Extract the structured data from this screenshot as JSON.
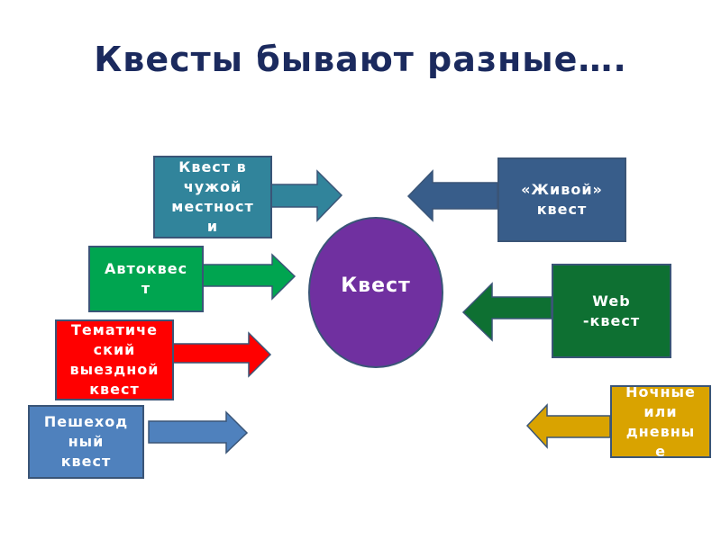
{
  "title": "Квесты бывают разные….",
  "center": {
    "label": "Квест",
    "color": "#7030a0"
  },
  "types": [
    {
      "label": "Квест в\nчужой\nместност\nи",
      "color": "#31849b"
    },
    {
      "label": "Автоквес\nт",
      "color": "#00a550"
    },
    {
      "label": "Тематиче\nский\nвыездной\nквест",
      "color": "#ff0000"
    },
    {
      "label": "Пешеход\nный\nквест",
      "color": "#4f81bd"
    },
    {
      "label": "«Живой»\nквест",
      "color": "#385d8a"
    },
    {
      "label": "Web\n-квест",
      "color": "#0e7032"
    },
    {
      "label": "Ночные\nили\nдневны\nе",
      "color": "#d9a300"
    }
  ]
}
